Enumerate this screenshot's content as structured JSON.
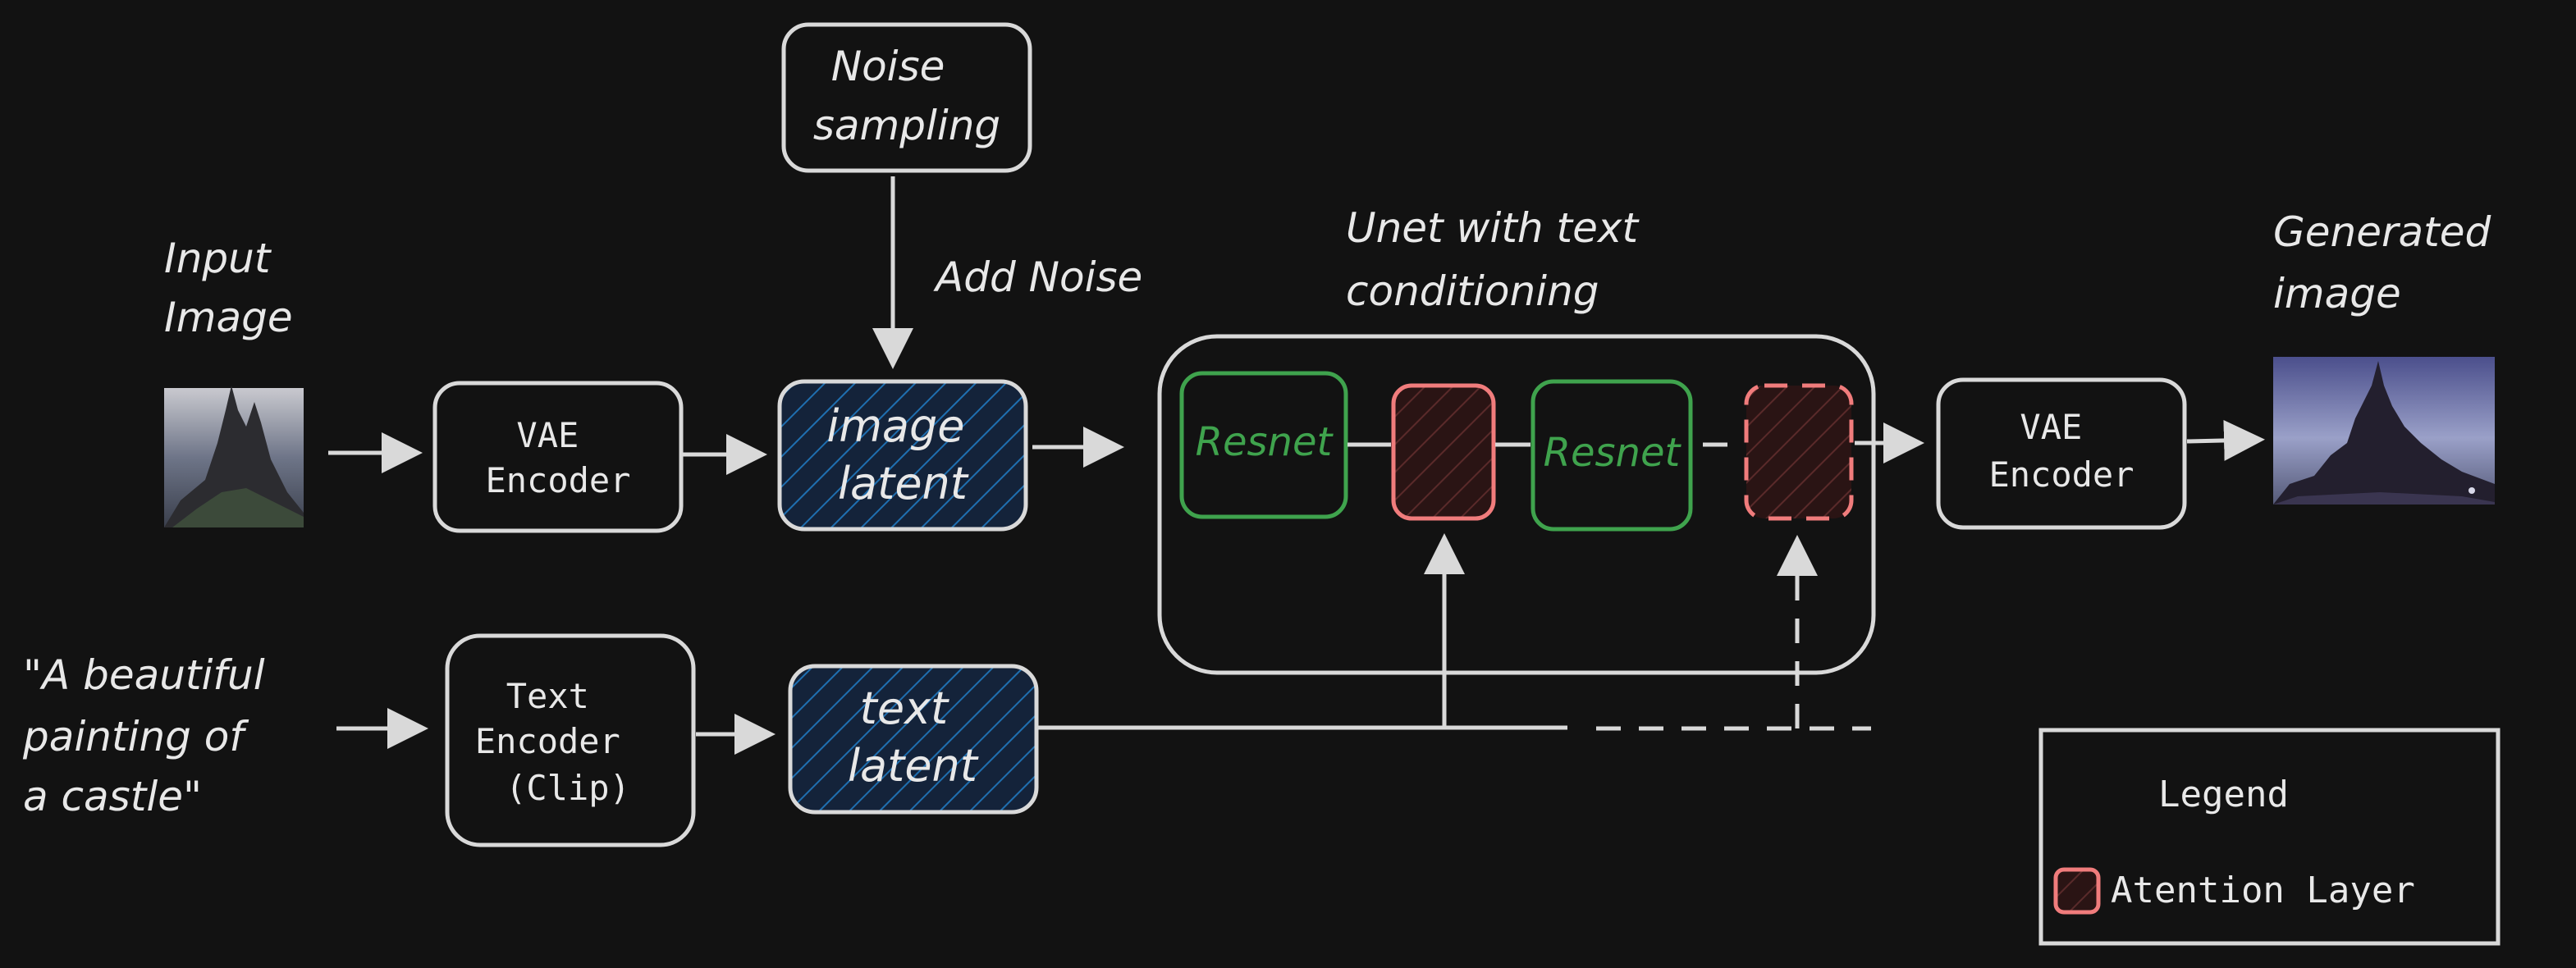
{
  "diagram": {
    "input_image_label": [
      "Input",
      "Image"
    ],
    "prompt_text": [
      "\"A beautiful",
      "painting of",
      "a castle\""
    ],
    "noise_box": [
      "Noise",
      "sampling"
    ],
    "add_noise_label": "Add Noise",
    "vae_encoder_left": [
      "VAE",
      "Encoder"
    ],
    "image_latent": [
      "image",
      "latent"
    ],
    "text_encoder": [
      "Text",
      "Encoder",
      "(Clip)"
    ],
    "text_latent": [
      "text",
      "latent"
    ],
    "unet_label": [
      "Unet with text",
      "conditioning"
    ],
    "resnet_1": "Resnet",
    "resnet_2": "Resnet",
    "vae_encoder_right": [
      "VAE",
      "Encoder"
    ],
    "generated_image_label": [
      "Generated",
      "image"
    ],
    "legend": {
      "title": "Legend",
      "item_label": "Atention Layer"
    },
    "colors": {
      "background": "#121212",
      "stroke": "#d9d9d9",
      "resnet_green": "#3fa34d",
      "attention_red": "#f07c7c",
      "latent_hatch_blue": "#1f6fb0"
    }
  }
}
